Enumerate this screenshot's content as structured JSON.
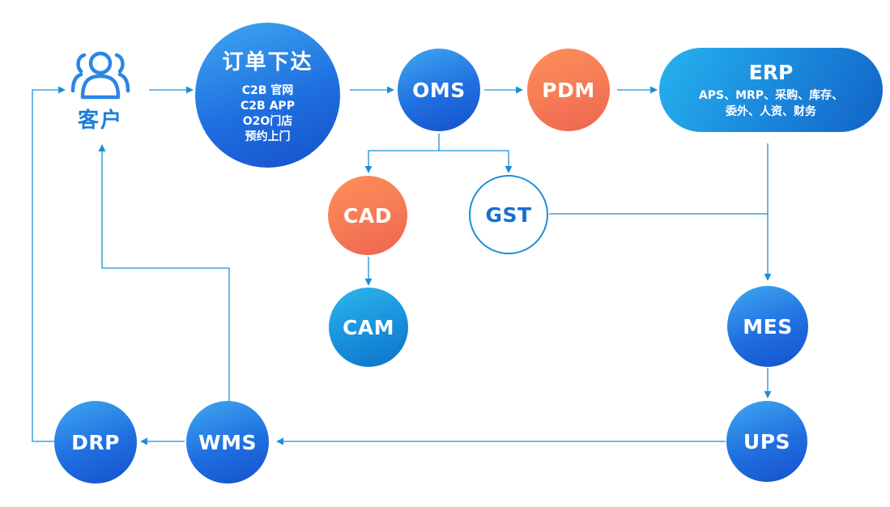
{
  "customer": {
    "label": "客户",
    "icon": "user-group-icon"
  },
  "order": {
    "title": "订单下达",
    "channels": [
      "C2B 官网",
      "C2B APP",
      "O2O门店",
      "预约上门"
    ]
  },
  "nodes": {
    "oms": "OMS",
    "pdm": "PDM",
    "cad": "CAD",
    "cam": "CAM",
    "gst": "GST",
    "mes": "MES",
    "ups": "UPS",
    "wms": "WMS",
    "drp": "DRP"
  },
  "erp": {
    "title": "ERP",
    "line1": "APS、MRP、采购、库存、",
    "line2": "委外、人资、财务"
  },
  "colors": {
    "line": "#1a8fd6",
    "blue": "#1f6fe0",
    "orange": "#f57a55",
    "teal": "#1790dc",
    "text_blue": "#1a7fd8"
  }
}
